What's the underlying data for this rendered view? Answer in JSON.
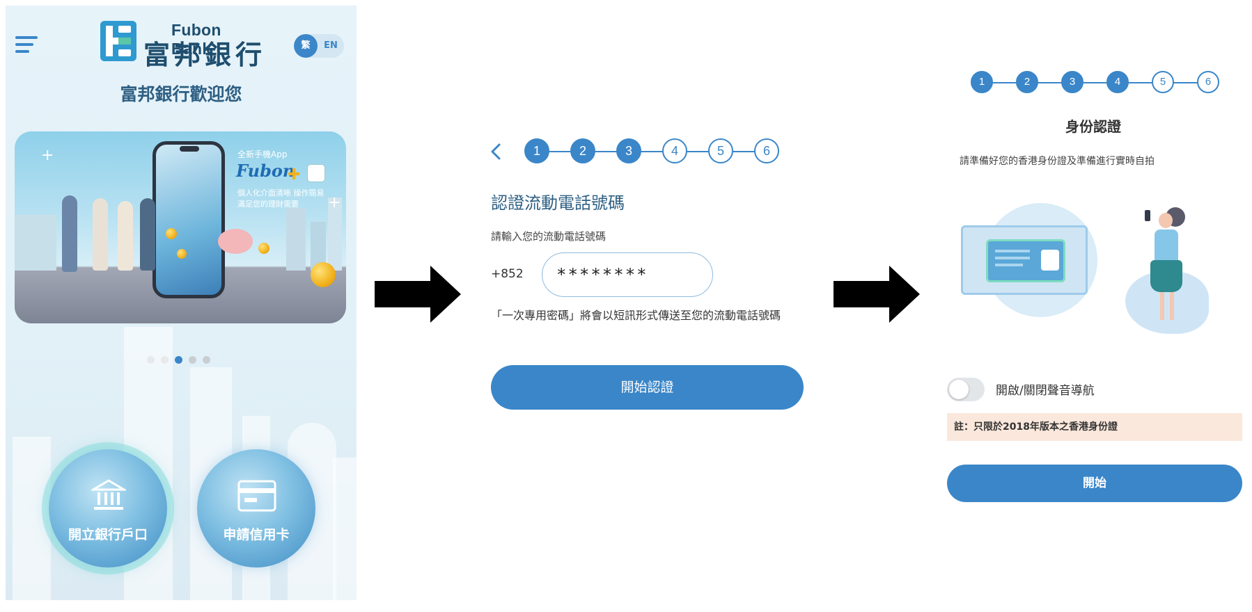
{
  "screen1": {
    "logo_en": "Fubon Bank",
    "logo_zh": "富邦銀行",
    "lang_active": "繁",
    "lang_inactive": "EN",
    "welcome": "富邦銀行歡迎您",
    "banner": {
      "headline": "全新手機App",
      "brand": "Fubon",
      "line1": "個人化介面清晰 操作簡易",
      "line2": "滿足您的理財需要"
    },
    "carousel_total": 5,
    "carousel_active": 3,
    "open_account_label": "開立銀行戶口",
    "credit_card_label": "申請信用卡"
  },
  "screen2": {
    "steps": [
      "1",
      "2",
      "3",
      "4",
      "5",
      "6"
    ],
    "completed_steps": 3,
    "title": "認證流動電話號碼",
    "subtitle": "請輸入您的流動電話號碼",
    "country_code": "+852",
    "phone_value": "********",
    "otp_note": "「一次專用密碼」將會以短訊形式傳送至您的流動電話號碼",
    "start_button": "開始認證"
  },
  "screen3": {
    "steps": [
      "1",
      "2",
      "3",
      "4",
      "5",
      "6"
    ],
    "completed_steps": 4,
    "title": "身份認證",
    "subtitle": "請準備好您的香港身份證及準備進行實時自拍",
    "voice_toggle_label": "開啟/關閉聲音導航",
    "voice_toggle_on": false,
    "note": "註：只限於2018年版本之香港身份證",
    "start_button": "開始"
  },
  "colors": {
    "primary": "#3a86c9",
    "navy": "#2e5f83",
    "note_bg": "#fbe8dc"
  }
}
